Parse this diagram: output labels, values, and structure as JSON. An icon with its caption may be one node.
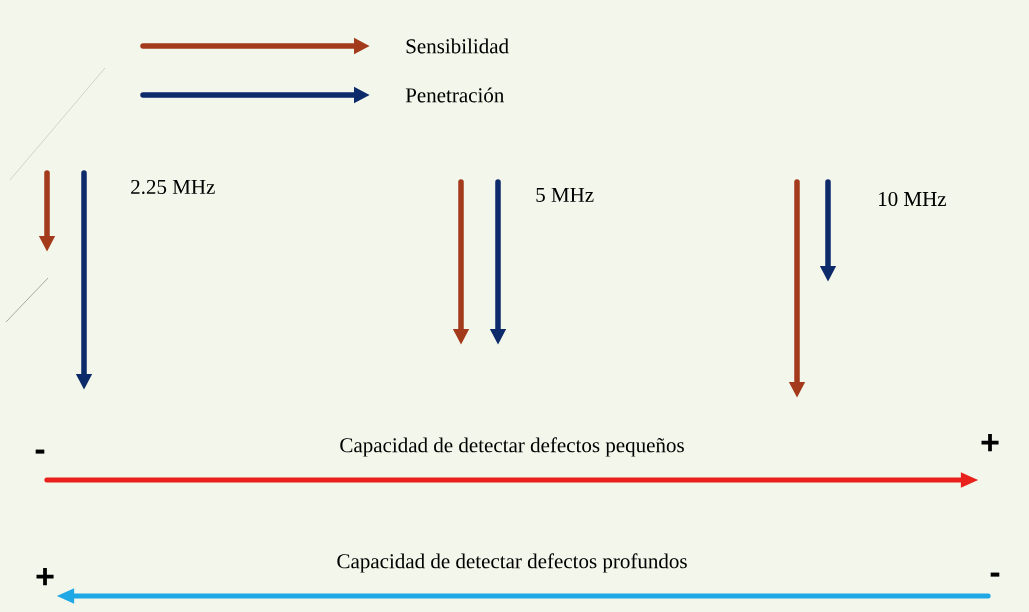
{
  "diagram": {
    "nodes": [
      {
        "text": [
          "-"
        ]
      },
      {
        "text": [
          "+"
        ]
      },
      {
        "text": [
          "+"
        ]
      },
      {
        "text": [
          "-"
        ]
      }
    ],
    "edges": [
      {
        "from": 0,
        "to": 1,
        "arrow": "to",
        "label": "Capacidad de detectar defectos pequeños",
        "color": "#e8211c"
      },
      {
        "from": 3,
        "to": 2,
        "arrow": "to",
        "label": "Capacidad de detectar defectos profundos",
        "color": "#1ea8e6"
      }
    ],
    "labels": [
      "2.25 MHz",
      "5 MHz",
      "10 MHz"
    ],
    "legend": [
      {
        "text": "Sensibilidad"
      },
      {
        "text": "Penetración"
      }
    ]
  }
}
